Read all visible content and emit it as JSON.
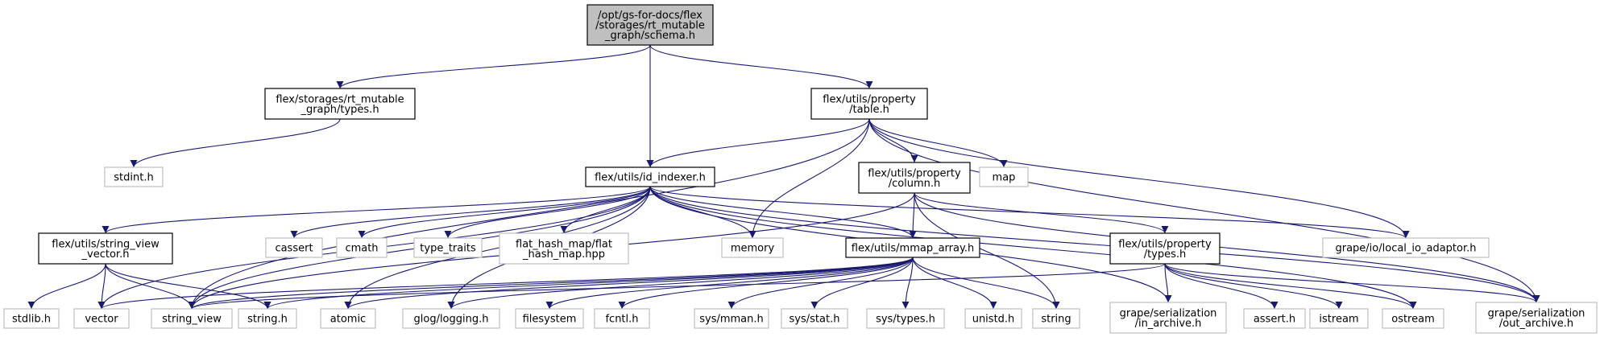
{
  "nodes": [
    {
      "id": "schema",
      "kind": "root",
      "lines": [
        "/opt/gs-for-docs/flex",
        "/storages/rt_mutable",
        "_graph/schema.h"
      ]
    },
    {
      "id": "types",
      "kind": "local",
      "lines": [
        "flex/storages/rt_mutable",
        "_graph/types.h"
      ]
    },
    {
      "id": "table",
      "kind": "local",
      "lines": [
        "flex/utils/property",
        "/table.h"
      ]
    },
    {
      "id": "stdint",
      "kind": "ext",
      "lines": [
        "stdint.h"
      ]
    },
    {
      "id": "idindexer",
      "kind": "local",
      "lines": [
        "flex/utils/id_indexer.h"
      ]
    },
    {
      "id": "column",
      "kind": "local",
      "lines": [
        "flex/utils/property",
        "/column.h"
      ]
    },
    {
      "id": "map",
      "kind": "ext",
      "lines": [
        "map"
      ]
    },
    {
      "id": "svv",
      "kind": "local",
      "lines": [
        "flex/utils/string_view",
        "_vector.h"
      ]
    },
    {
      "id": "cassert",
      "kind": "ext",
      "lines": [
        "cassert"
      ]
    },
    {
      "id": "cmath",
      "kind": "ext",
      "lines": [
        "cmath"
      ]
    },
    {
      "id": "typetraits",
      "kind": "ext",
      "lines": [
        "type_traits"
      ]
    },
    {
      "id": "flathash",
      "kind": "ext",
      "lines": [
        "flat_hash_map/flat",
        "_hash_map.hpp"
      ]
    },
    {
      "id": "memory",
      "kind": "ext",
      "lines": [
        "memory"
      ]
    },
    {
      "id": "mmap",
      "kind": "local",
      "lines": [
        "flex/utils/mmap_array.h"
      ]
    },
    {
      "id": "ptypes",
      "kind": "local",
      "lines": [
        "flex/utils/property",
        "/types.h"
      ]
    },
    {
      "id": "localio",
      "kind": "ext",
      "lines": [
        "grape/io/local_io_adaptor.h"
      ]
    },
    {
      "id": "stdlib",
      "kind": "ext",
      "lines": [
        "stdlib.h"
      ]
    },
    {
      "id": "vector",
      "kind": "ext",
      "lines": [
        "vector"
      ]
    },
    {
      "id": "stringview",
      "kind": "ext",
      "lines": [
        "string_view"
      ]
    },
    {
      "id": "stringh",
      "kind": "ext",
      "lines": [
        "string.h"
      ]
    },
    {
      "id": "atomic",
      "kind": "ext",
      "lines": [
        "atomic"
      ]
    },
    {
      "id": "glog",
      "kind": "ext",
      "lines": [
        "glog/logging.h"
      ]
    },
    {
      "id": "filesystem",
      "kind": "ext",
      "lines": [
        "filesystem"
      ]
    },
    {
      "id": "fcntl",
      "kind": "ext",
      "lines": [
        "fcntl.h"
      ]
    },
    {
      "id": "sysmman",
      "kind": "ext",
      "lines": [
        "sys/mman.h"
      ]
    },
    {
      "id": "sysstat",
      "kind": "ext",
      "lines": [
        "sys/stat.h"
      ]
    },
    {
      "id": "systypes",
      "kind": "ext",
      "lines": [
        "sys/types.h"
      ]
    },
    {
      "id": "unistd",
      "kind": "ext",
      "lines": [
        "unistd.h"
      ]
    },
    {
      "id": "string",
      "kind": "ext",
      "lines": [
        "string"
      ]
    },
    {
      "id": "inarchive",
      "kind": "ext",
      "lines": [
        "grape/serialization",
        "/in_archive.h"
      ]
    },
    {
      "id": "asserth",
      "kind": "ext",
      "lines": [
        "assert.h"
      ]
    },
    {
      "id": "istream",
      "kind": "ext",
      "lines": [
        "istream"
      ]
    },
    {
      "id": "ostream",
      "kind": "ext",
      "lines": [
        "ostream"
      ]
    },
    {
      "id": "outarchive",
      "kind": "ext",
      "lines": [
        "grape/serialization",
        "/out_archive.h"
      ]
    }
  ],
  "edges": [
    [
      "schema",
      "types"
    ],
    [
      "schema",
      "idindexer"
    ],
    [
      "schema",
      "table"
    ],
    [
      "types",
      "stdint"
    ],
    [
      "table",
      "stringview"
    ],
    [
      "table",
      "idindexer"
    ],
    [
      "table",
      "memory"
    ],
    [
      "table",
      "column"
    ],
    [
      "table",
      "map"
    ],
    [
      "table",
      "localio"
    ],
    [
      "table",
      "outarchive"
    ],
    [
      "idindexer",
      "svv"
    ],
    [
      "idindexer",
      "vector"
    ],
    [
      "idindexer",
      "stringview"
    ],
    [
      "idindexer",
      "cassert"
    ],
    [
      "idindexer",
      "cmath"
    ],
    [
      "idindexer",
      "typetraits"
    ],
    [
      "idindexer",
      "flathash"
    ],
    [
      "idindexer",
      "memory"
    ],
    [
      "idindexer",
      "mmap"
    ],
    [
      "idindexer",
      "atomic"
    ],
    [
      "idindexer",
      "glog"
    ],
    [
      "idindexer",
      "inarchive"
    ],
    [
      "idindexer",
      "localio"
    ],
    [
      "idindexer",
      "outarchive"
    ],
    [
      "idindexer",
      "ostream"
    ],
    [
      "column",
      "mmap"
    ],
    [
      "column",
      "ptypes"
    ],
    [
      "column",
      "string"
    ],
    [
      "column",
      "stringview"
    ],
    [
      "column",
      "outarchive"
    ],
    [
      "svv",
      "stdlib"
    ],
    [
      "svv",
      "vector"
    ],
    [
      "svv",
      "stringview"
    ],
    [
      "svv",
      "stringh"
    ],
    [
      "mmap",
      "vector"
    ],
    [
      "mmap",
      "stringview"
    ],
    [
      "mmap",
      "stringh"
    ],
    [
      "mmap",
      "atomic"
    ],
    [
      "mmap",
      "glog"
    ],
    [
      "mmap",
      "filesystem"
    ],
    [
      "mmap",
      "fcntl"
    ],
    [
      "mmap",
      "sysmman"
    ],
    [
      "mmap",
      "sysstat"
    ],
    [
      "mmap",
      "systypes"
    ],
    [
      "mmap",
      "unistd"
    ],
    [
      "mmap",
      "string"
    ],
    [
      "ptypes",
      "stringview"
    ],
    [
      "ptypes",
      "inarchive"
    ],
    [
      "ptypes",
      "asserth"
    ],
    [
      "ptypes",
      "istream"
    ],
    [
      "ptypes",
      "ostream"
    ],
    [
      "ptypes",
      "outarchive"
    ]
  ]
}
